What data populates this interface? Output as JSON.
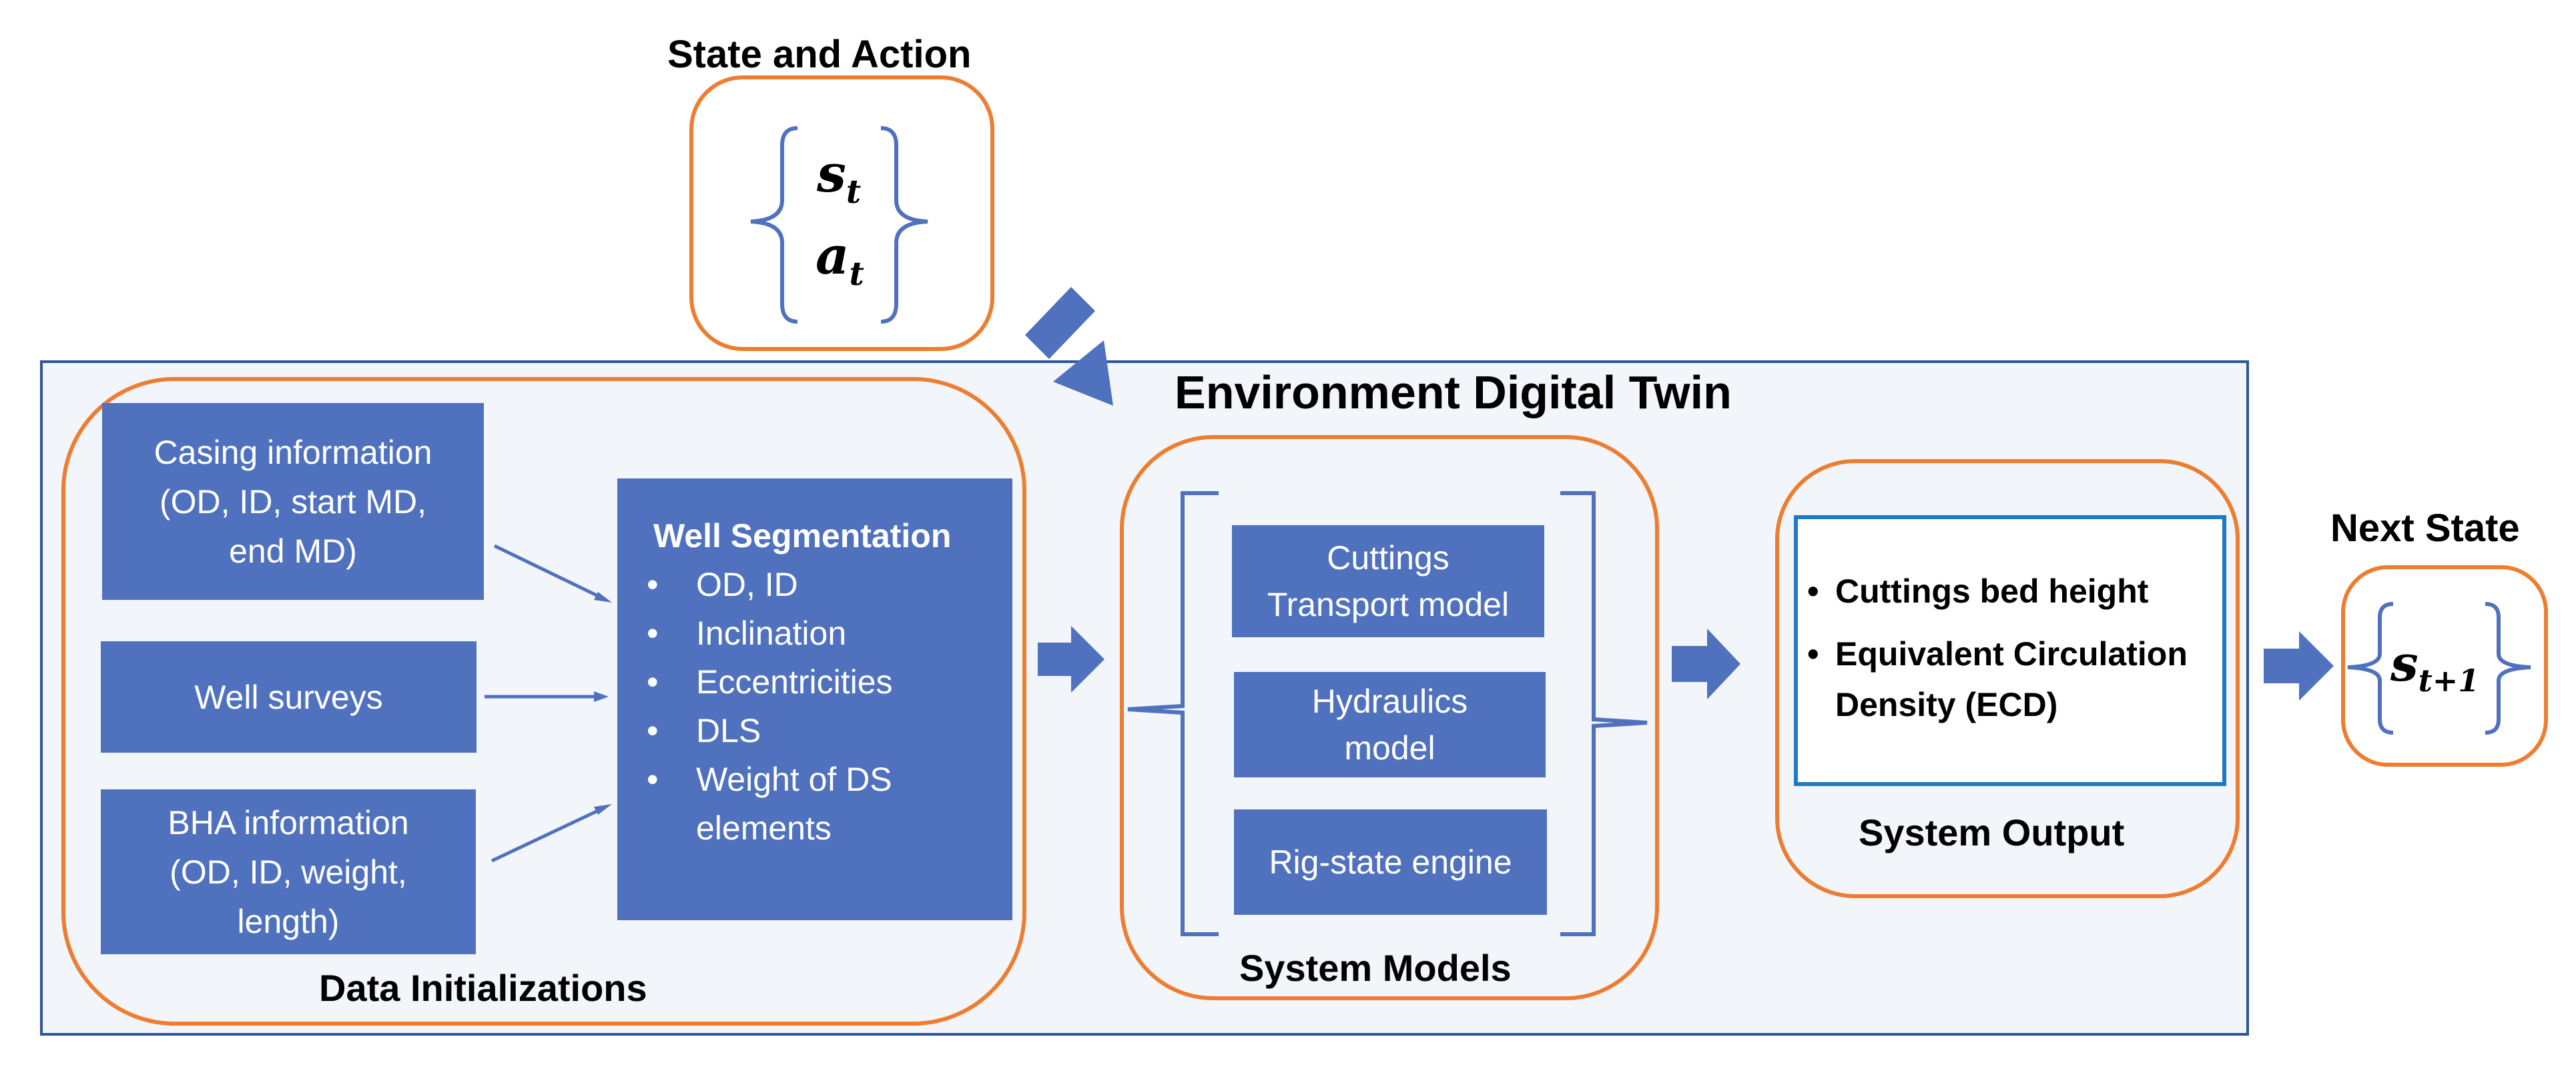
{
  "state_action": {
    "title": "State and Action",
    "state_var": "s",
    "state_sub": "t",
    "action_var": "a",
    "action_sub": "t"
  },
  "environment": {
    "title": "Environment Digital Twin"
  },
  "data_init": {
    "title": "Data Initializations",
    "casing": [
      "Casing information",
      "(OD, ID, start MD,",
      "end MD)"
    ],
    "surveys": "Well surveys",
    "bha": [
      "BHA information",
      "(OD, ID, weight,",
      "length)"
    ],
    "segmentation": {
      "heading": "Well Segmentation",
      "items": [
        "OD, ID",
        "Inclination",
        "Eccentricities",
        "DLS",
        "Weight of DS elements"
      ]
    }
  },
  "system_models": {
    "title": "System Models",
    "cuttings": [
      "Cuttings",
      "Transport model"
    ],
    "hydraulics": [
      "Hydraulics",
      "model"
    ],
    "rigstate": "Rig-state engine"
  },
  "system_output": {
    "title": "System Output",
    "items": [
      "Cuttings bed height",
      "Equivalent Circulation Density (ECD)"
    ]
  },
  "next_state": {
    "title": "Next State",
    "var": "s",
    "sub": "t+1"
  },
  "colors": {
    "accent_orange": "#ED7D31",
    "box_blue": "#4F71BE",
    "panel_bg": "#F2F5FA",
    "panel_border": "#2F5597",
    "output_border": "#1F7AC5"
  }
}
